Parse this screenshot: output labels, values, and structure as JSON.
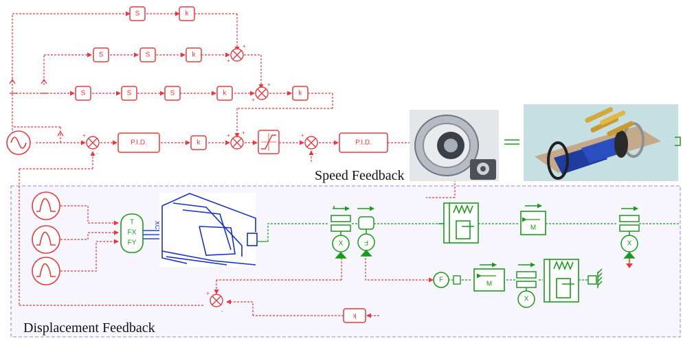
{
  "labels": {
    "speed_feedback": "Speed Feedback",
    "displacement_feedback": "Displacement Feedback"
  },
  "blocks": {
    "s": "S",
    "k": "k",
    "pid": "P.I.D.",
    "t": "T",
    "fx": "FX",
    "fy": "FY",
    "f": "F",
    "m": "M",
    "x": "X",
    "k_rev": "k",
    "xc": "XC"
  },
  "signs": {
    "plus": "+",
    "minus": "-"
  },
  "colors": {
    "control": "#e8383d",
    "mechanical": "#1a9a1a",
    "boundary": "#9b7fd6",
    "panel_bg": "#f7f5fd",
    "motor_bg": "#c5dfe2",
    "drawing": "#1530c8"
  }
}
